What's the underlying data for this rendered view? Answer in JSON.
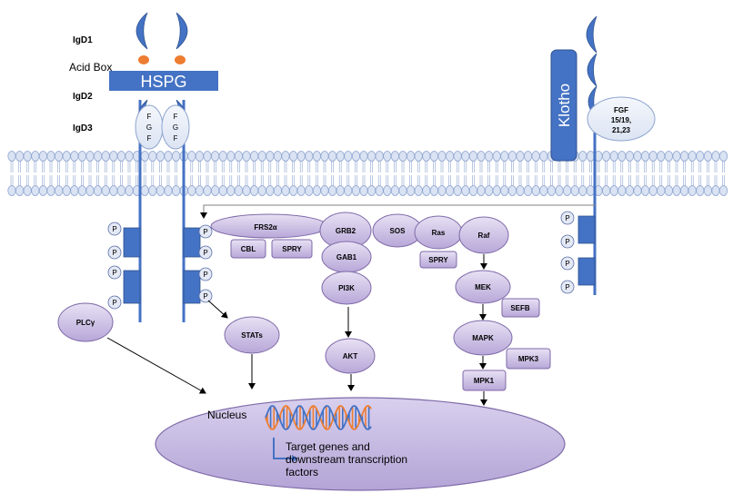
{
  "domains": {
    "igd1": "IgD1",
    "acid_box": "Acid Box",
    "igd2": "IgD2",
    "igd3": "IgD3"
  },
  "hspg": "HSPG",
  "klotho": "Klotho",
  "fgf_ligand": {
    "line1": "FGF",
    "line2": "15/19,",
    "line3": "21,23"
  },
  "fgf_stack": [
    "F",
    "G",
    "F"
  ],
  "phospho": "P",
  "nodes": {
    "frs2a": "FRS2α",
    "cbl": "CBL",
    "spry1": "SPRY",
    "grb2": "GRB2",
    "sos": "SOS",
    "ras": "Ras",
    "raf": "Raf",
    "spry2": "SPRY",
    "gab1": "GAB1",
    "pi3k": "PI3K",
    "mek": "MEK",
    "sefb": "SEFB",
    "mapk": "MAPK",
    "mpk3": "MPK3",
    "mpk1": "MPK1",
    "plcy": "PLCγ",
    "stats": "STATs",
    "akt": "AKT"
  },
  "nucleus": {
    "label": "Nucleus",
    "caption_line1": "Target genes and",
    "caption_line2": "downstream transcription",
    "caption_line3": "factors"
  },
  "colors": {
    "receptor": "#4472C4",
    "receptor_dark": "#2F528F",
    "membrane_fill": "#DAE3F3",
    "protein_fill": "#C9BCE3",
    "protein_stroke": "#7F6AA8",
    "acid_box": "#ED7D31",
    "dna_orange": "#ED7D31",
    "dna_blue": "#4472C4"
  }
}
